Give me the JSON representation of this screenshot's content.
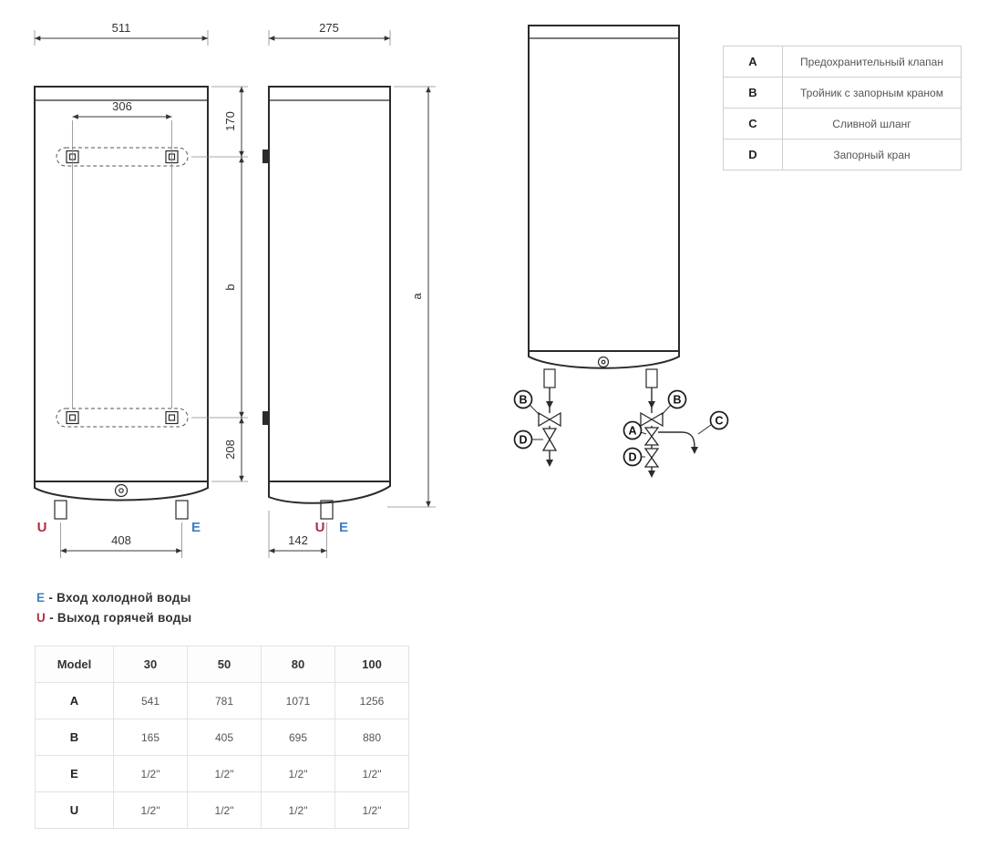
{
  "colors": {
    "blue": "#3e7fc1",
    "red": "#b22e40",
    "line": "#2b2b2b"
  },
  "front_view": {
    "width": "511",
    "bracket_width": "306",
    "top_offset": "170",
    "height_b": "b",
    "bottom_offset": "208",
    "foot_span": "408",
    "u": "U",
    "e": "E"
  },
  "side_view": {
    "width": "275",
    "height_a": "a",
    "foot_offset": "142",
    "u": "U",
    "e": "E"
  },
  "piping": {
    "b_left": "B",
    "d_left": "D",
    "b_right": "B",
    "a": "A",
    "c": "C",
    "d_right": "D"
  },
  "legend_table": {
    "rows": [
      {
        "key": "A",
        "desc": "Предохранительный клапан"
      },
      {
        "key": "B",
        "desc": "Тройник с запорным краном"
      },
      {
        "key": "C",
        "desc": "Сливной шланг"
      },
      {
        "key": "D",
        "desc": "Запорный кран"
      }
    ]
  },
  "io_legend": {
    "e_key": "E",
    "e_text": "- Вход холодной воды",
    "u_key": "U",
    "u_text": "- Выход горячей воды"
  },
  "model_table": {
    "headers": [
      "Model",
      "30",
      "50",
      "80",
      "100"
    ],
    "rows": [
      {
        "key": "A",
        "values": [
          "541",
          "781",
          "1071",
          "1256"
        ]
      },
      {
        "key": "B",
        "values": [
          "165",
          "405",
          "695",
          "880"
        ]
      },
      {
        "key": "E",
        "values": [
          "1/2\"",
          "1/2\"",
          "1/2\"",
          "1/2\""
        ]
      },
      {
        "key": "U",
        "values": [
          "1/2\"",
          "1/2\"",
          "1/2\"",
          "1/2\""
        ]
      }
    ]
  }
}
